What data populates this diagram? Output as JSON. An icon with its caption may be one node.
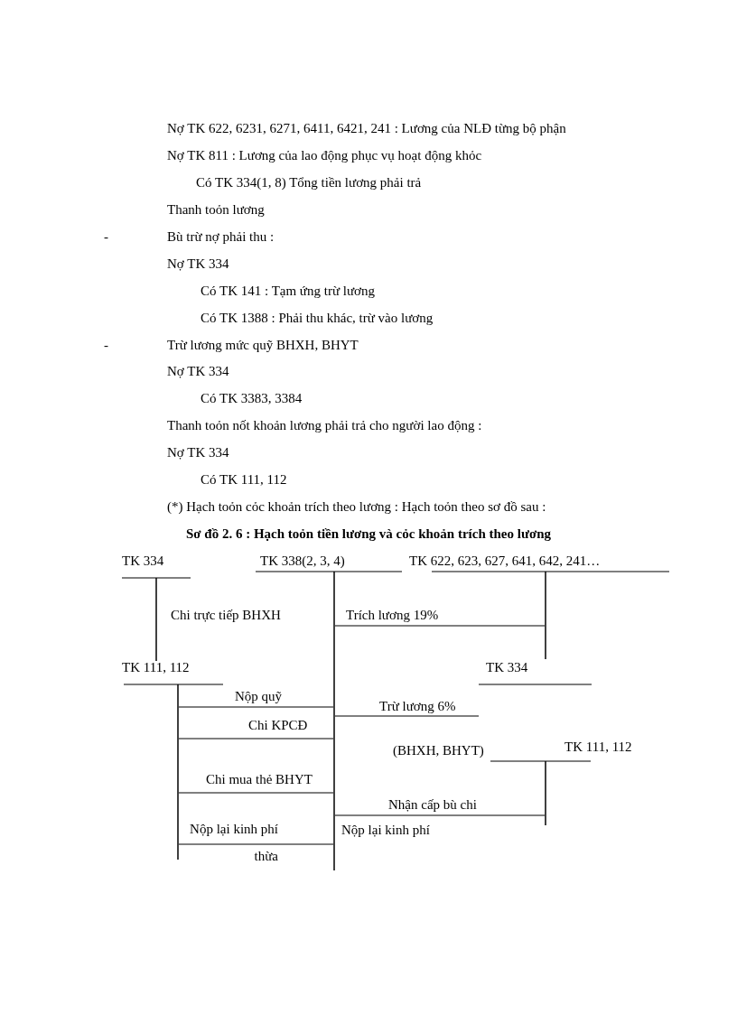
{
  "diagram": {
    "title": "Sơ đồ 2. 6 : Hạch toỏn tiền lương và cỏc khoản trích theo lương",
    "nodes": [
      {
        "text": [
          "TK 334"
        ]
      },
      {
        "text": [
          "TK 338(2, 3, 4)"
        ]
      },
      {
        "text": [
          "TK 622, 623, 627, 641, 642, 241…"
        ]
      },
      {
        "text": [
          "TK 111, 112"
        ]
      },
      {
        "text": [
          "TK 334"
        ]
      },
      {
        "text": [
          "TK 111, 112"
        ]
      }
    ],
    "edges": [
      {
        "from": 1,
        "to": 2,
        "arrow": "none",
        "label": "Trích lương 19%"
      },
      {
        "from": 3,
        "to": 1,
        "arrow": "none",
        "label": "Nộp quỹ"
      },
      {
        "from": 3,
        "to": 1,
        "arrow": "none",
        "label": "Chi KPCĐ"
      },
      {
        "from": 3,
        "to": 1,
        "arrow": "none",
        "label": "Chi mua thẻ BHYT"
      },
      {
        "from": 3,
        "to": 1,
        "arrow": "none",
        "label": "Nộp lại kinh phí thừa"
      },
      {
        "from": 1,
        "to": 4,
        "arrow": "none",
        "label": "Trừ lương 6%"
      },
      {
        "from": 5,
        "to": 1,
        "arrow": "none",
        "label": "Nhận cấp bù chi"
      }
    ],
    "labels": [
      "Nợ TK 622, 6231, 6271, 6411, 6421, 241 : Lương của NLĐ từng bộ phận",
      "Nợ TK 811 : Lương của lao động phục vụ hoạt động khỏc",
      "Có TK 334(1, 8) Tổng tiền lương phải trả",
      "Thanh toỏn lương",
      "-",
      "Bù trừ nợ phải thu :",
      "Nợ TK 334",
      "Có TK 141 : Tạm ứng trừ lương",
      "Có TK 1388 : Phải thu khác, trừ vào lương",
      "-",
      "Trừ lương mức quỹ BHXH, BHYT",
      "Nợ TK 334",
      "Có TK 3383, 3384",
      "Thanh toỏn nốt khoản lương phải trả cho người lao động :",
      "Nợ TK 334",
      "Có TK 111, 112",
      "(*) Hạch toỏn cỏc khoản trích theo lương : Hạch toỏn theo sơ đồ sau :",
      "Chi trực tiếp BHXH",
      "(BHXH, BHYT)",
      "Nộp lại kinh phí"
    ]
  }
}
